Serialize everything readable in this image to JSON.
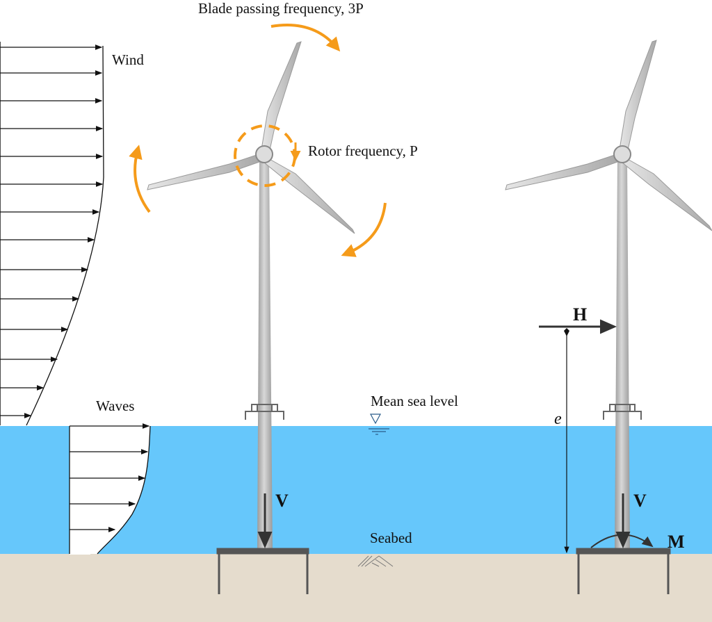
{
  "labels": {
    "blade_passing": "Blade passing frequency,  3P",
    "rotor": "Rotor frequency,  P",
    "wind": "Wind",
    "waves": "Waves",
    "mean_sea_level": "Mean sea level",
    "seabed": "Seabed",
    "v_left": "V",
    "v_right": "V",
    "h": "H",
    "e": "e",
    "m": "M"
  },
  "colors": {
    "sea": "#66c7fb",
    "seabed": "#e5dccd",
    "rotation_arrows": "#f59b1a",
    "tower": "#b9b9b9"
  }
}
